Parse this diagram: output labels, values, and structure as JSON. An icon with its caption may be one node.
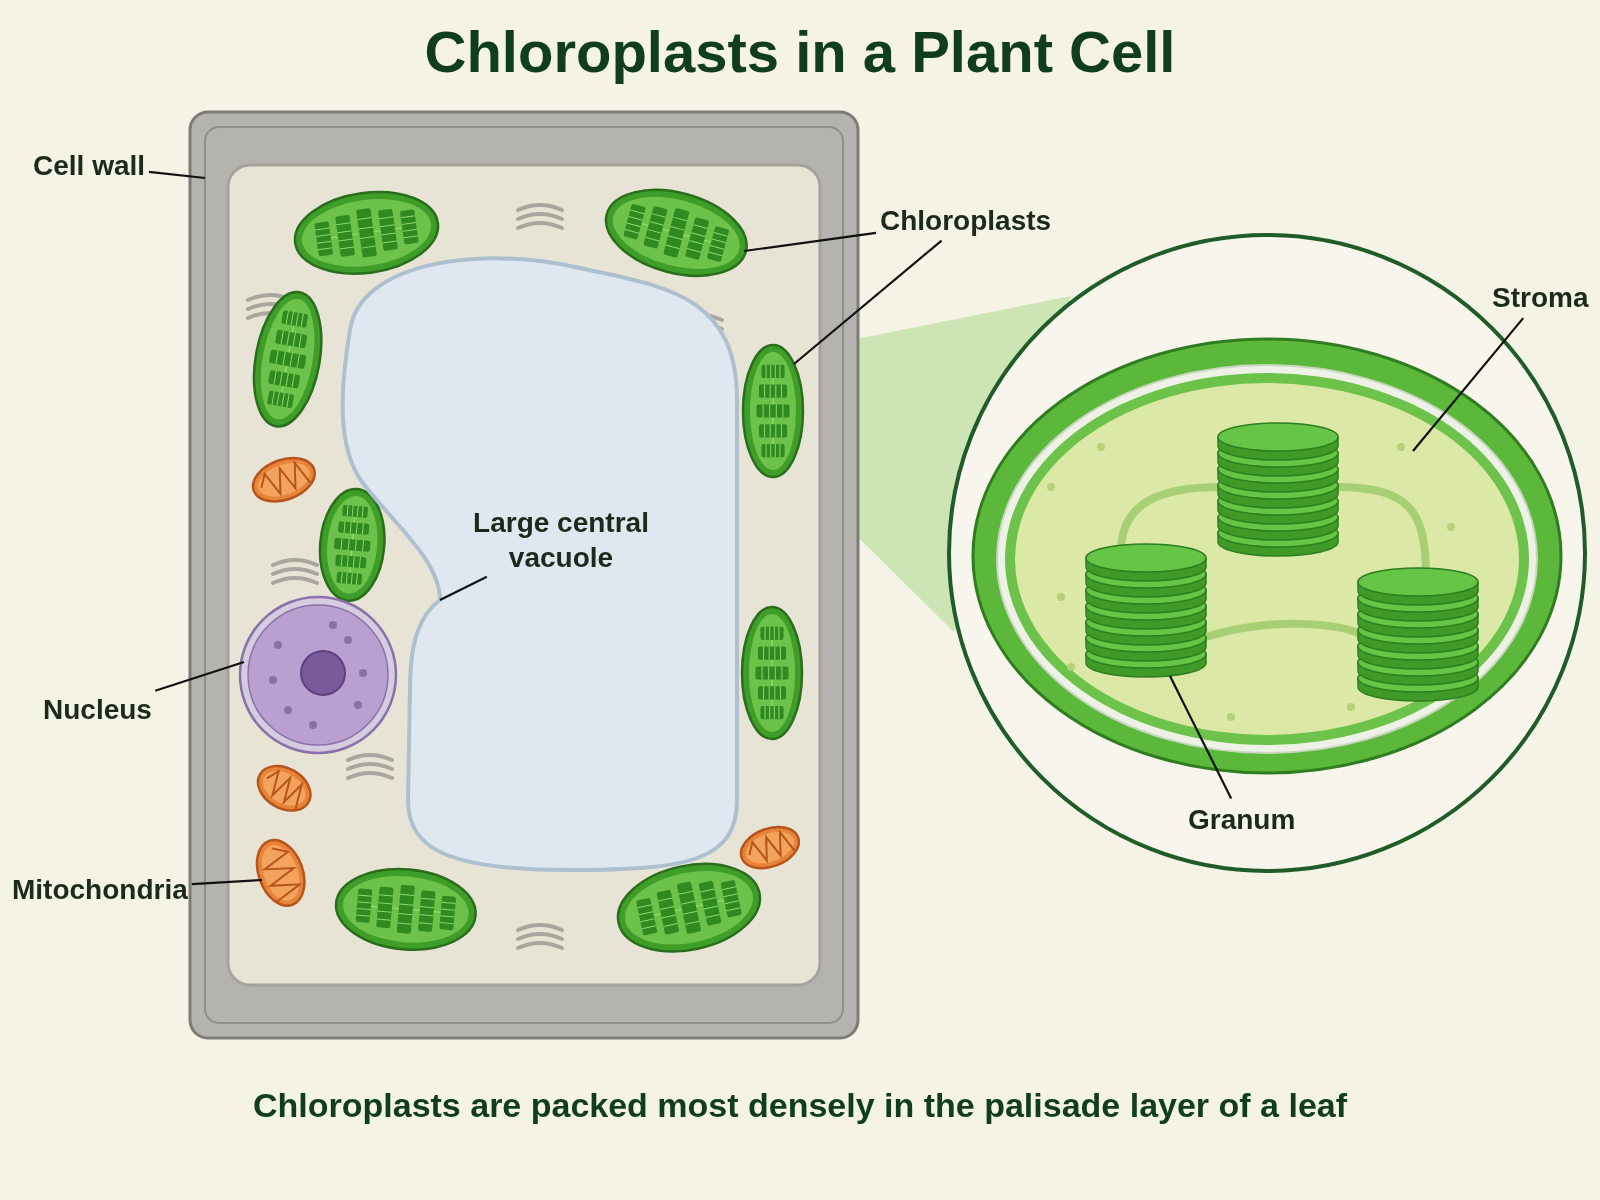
{
  "diagram": {
    "title": "Chloroplasts in a Plant Cell",
    "caption": "Chloroplasts are packed most densely in the palisade layer of a leaf",
    "nodes": [
      {
        "text": [
          "Cell wall"
        ]
      },
      {
        "text": [],
        "shape": "picture"
      },
      {
        "text": [
          "Chloroplasts"
        ]
      },
      {
        "text": [],
        "shape": "picture",
        "in": 1
      },
      {
        "text": [],
        "shape": "picture",
        "in": 1
      },
      {
        "text": [],
        "shape": "picture",
        "in": 1
      },
      {
        "text": [],
        "shape": "picture",
        "in": 1
      },
      {
        "text": [],
        "shape": "picture",
        "in": 1
      },
      {
        "text": [],
        "shape": "picture",
        "in": 1
      },
      {
        "text": [],
        "shape": "picture",
        "in": 1
      },
      {
        "text": [],
        "shape": "picture",
        "in": 1
      },
      {
        "text": [],
        "shape": "picture",
        "in": 1
      },
      {
        "text": [],
        "shape": "picture",
        "in": 1
      },
      {
        "text": [],
        "shape": "picture",
        "in": 1
      },
      {
        "text": [],
        "shape": "picture",
        "in": 1
      },
      {
        "text": [
          "Large central vacuole"
        ],
        "in": 16
      },
      {
        "text": [],
        "shape": "picture",
        "in": 1
      },
      {
        "text": [
          "Nucleus"
        ]
      },
      {
        "text": [],
        "shape": "picture",
        "in": 1
      },
      {
        "text": [
          "Mitochondria"
        ]
      },
      {
        "text": [
          "Stroma"
        ]
      },
      {
        "text": [],
        "shape": "picture"
      },
      {
        "text": [],
        "shape": "picture",
        "in": 21
      },
      {
        "text": [],
        "shape": "picture",
        "in": 21
      },
      {
        "text": [],
        "shape": "picture",
        "in": 21
      },
      {
        "text": [
          "Granum"
        ]
      }
    ],
    "edges": [
      {
        "from": 0,
        "to": 1,
        "arrow": "none"
      },
      {
        "from": 2,
        "to": 4,
        "arrow": "none"
      },
      {
        "from": 2,
        "to": 6,
        "arrow": "none"
      },
      {
        "from": 15,
        "to": 16,
        "arrow": "none"
      },
      {
        "from": 17,
        "to": 18,
        "arrow": "none"
      },
      {
        "from": 19,
        "to": 14,
        "arrow": "none"
      },
      {
        "from": 20,
        "to": 21,
        "arrow": "none"
      },
      {
        "from": 25,
        "to": 22,
        "arrow": "none"
      }
    ]
  }
}
